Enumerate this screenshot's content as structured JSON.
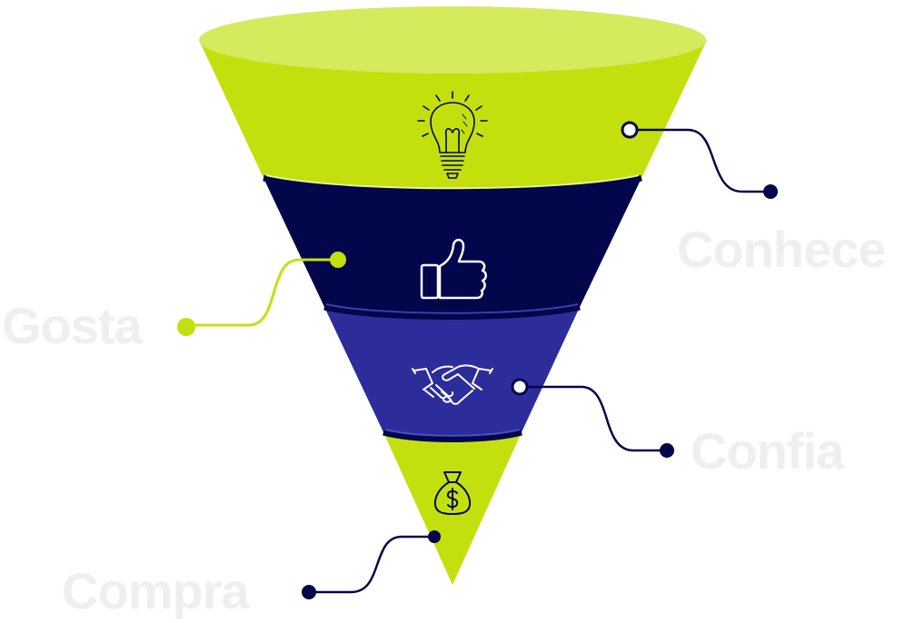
{
  "colors": {
    "lime": "#c3e00e",
    "lime_top": "#d5ea5c",
    "navy": "#02064a",
    "blue": "#2c2c9a",
    "label": "#efefef"
  },
  "stages": [
    {
      "label": "Conhece",
      "icon": "lightbulb-icon"
    },
    {
      "label": "Gosta",
      "icon": "thumbs-up-icon"
    },
    {
      "label": "Confia",
      "icon": "handshake-icon"
    },
    {
      "label": "Compra",
      "icon": "money-bag-icon"
    }
  ]
}
